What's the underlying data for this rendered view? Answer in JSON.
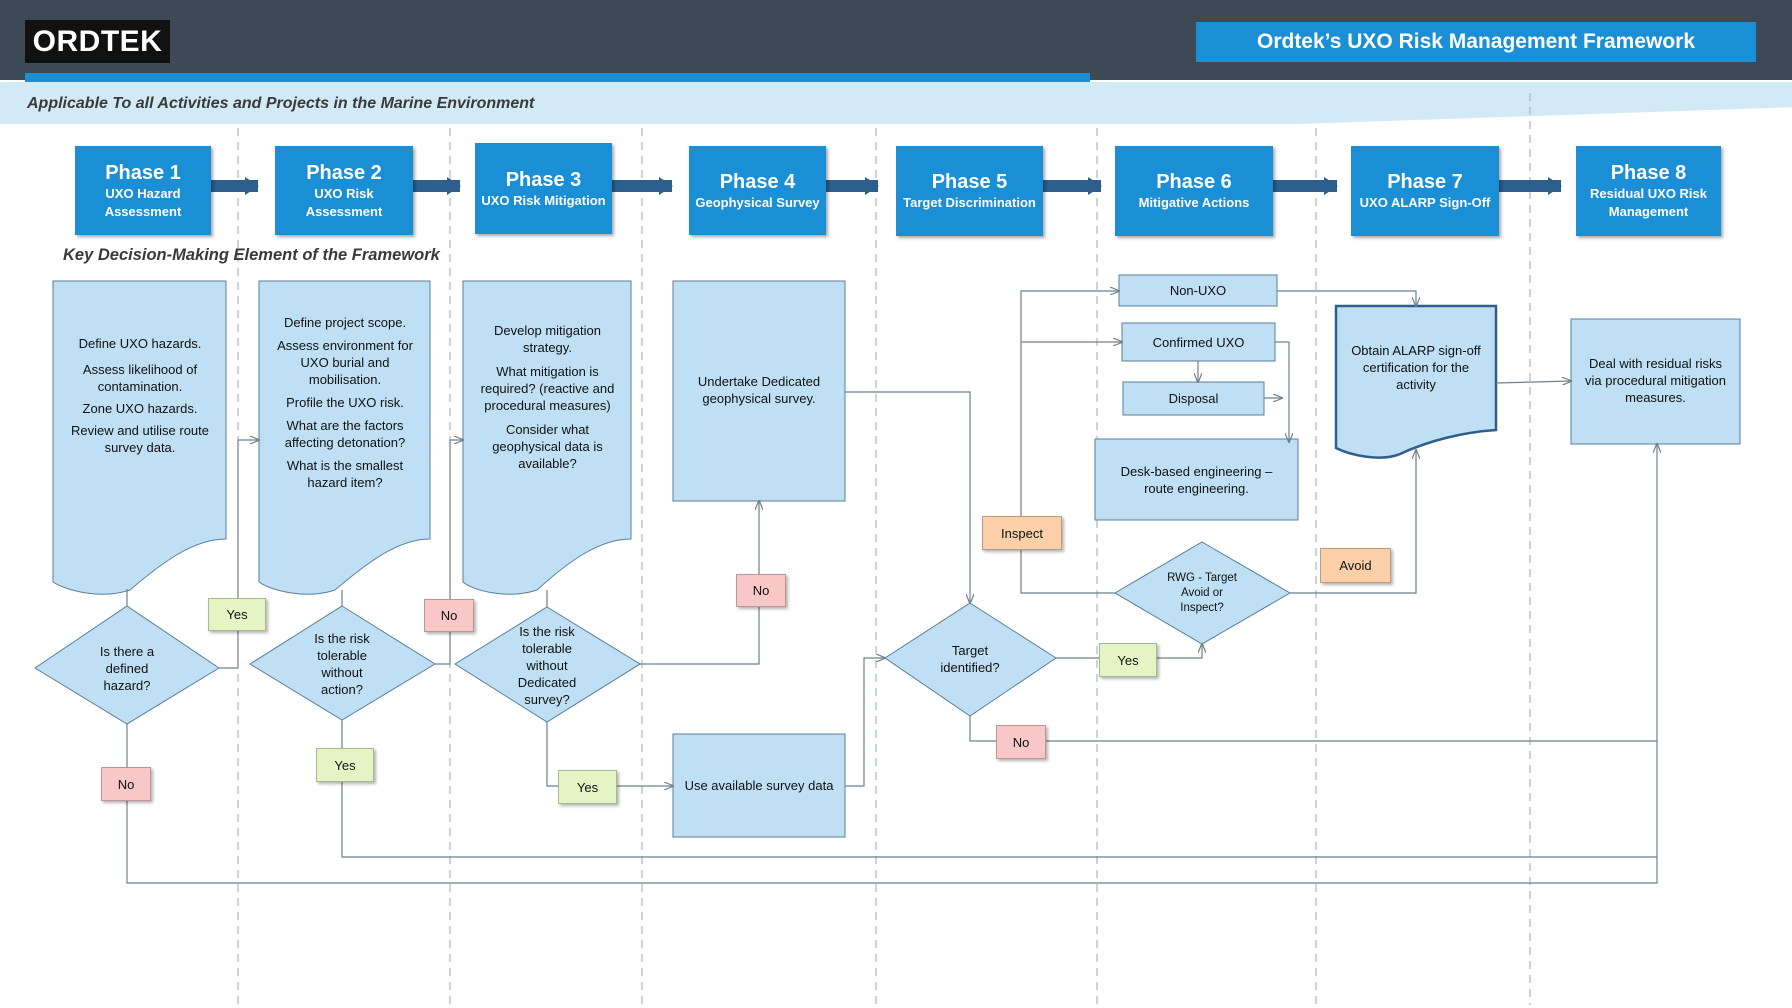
{
  "header": {
    "logo": "ORDTEK",
    "title": "Ordtek’s UXO Risk Management Framework",
    "subtitle": "Applicable To all Activities and Projects in the Marine Environment"
  },
  "phases": [
    {
      "name": "Phase 1",
      "desc": "UXO Hazard Assessment"
    },
    {
      "name": "Phase 2",
      "desc": "UXO Risk Assessment"
    },
    {
      "name": "Phase 3",
      "desc": "UXO Risk Mitigation"
    },
    {
      "name": "Phase 4",
      "desc": "Geophysical Survey"
    },
    {
      "name": "Phase 5",
      "desc": "Target Discrimination"
    },
    {
      "name": "Phase 6",
      "desc": "Mitigative Actions"
    },
    {
      "name": "Phase 7",
      "desc": "UXO ALARP Sign-Off"
    },
    {
      "name": "Phase 8",
      "desc": "Residual UXO Risk Management"
    }
  ],
  "key_label": "Key Decision-Making Element of the Framework",
  "docs": {
    "d1": [
      "Define UXO hazards.",
      "Assess likelihood of contamination.",
      "Zone UXO hazards.",
      "Review and utilise route survey data."
    ],
    "d2": [
      "Define project scope.",
      "Assess environment for UXO burial and mobilisation.",
      "Profile the UXO risk.",
      "What are the factors affecting detonation?",
      "What is the smallest hazard item?"
    ],
    "d3": [
      "Develop mitigation strategy.",
      "What mitigation is required? (reactive and procedural measures)",
      "Consider what geophysical data is available?"
    ],
    "d7": "Obtain ALARP sign-off certification for the activity"
  },
  "boxes": {
    "survey": "Undertake Dedicated geophysical survey.",
    "available": "Use available survey data",
    "non_uxo": "Non-UXO",
    "confirmed": "Confirmed UXO",
    "disposal": "Disposal",
    "desk": "Desk-based engineering – route engineering.",
    "residual": "Deal with residual risks via procedural mitigation measures."
  },
  "decisions": {
    "q1": "Is there a defined hazard?",
    "q2": "Is the risk tolerable without action?",
    "q3": "Is the risk tolerable without Dedicated survey?",
    "q5": "Target identified?",
    "q6": "RWG - Target Avoid or Inspect?"
  },
  "labels": {
    "yes1": "Yes",
    "no1": "No",
    "yes2": "Yes",
    "no2": "No",
    "yes3": "Yes",
    "no3": "No",
    "yes5": "Yes",
    "no5": "No",
    "inspect": "Inspect",
    "avoid": "Avoid"
  },
  "colors": {
    "header_bg": "#3d4a55",
    "accent": "#1a8fd6",
    "band": "#d2e9f6",
    "shape_fill": "#bfe0f4",
    "shape_stroke": "#5b7e99",
    "yes": "#e4f4c5",
    "no": "#f8c8c8",
    "orange": "#fbd0a8"
  }
}
